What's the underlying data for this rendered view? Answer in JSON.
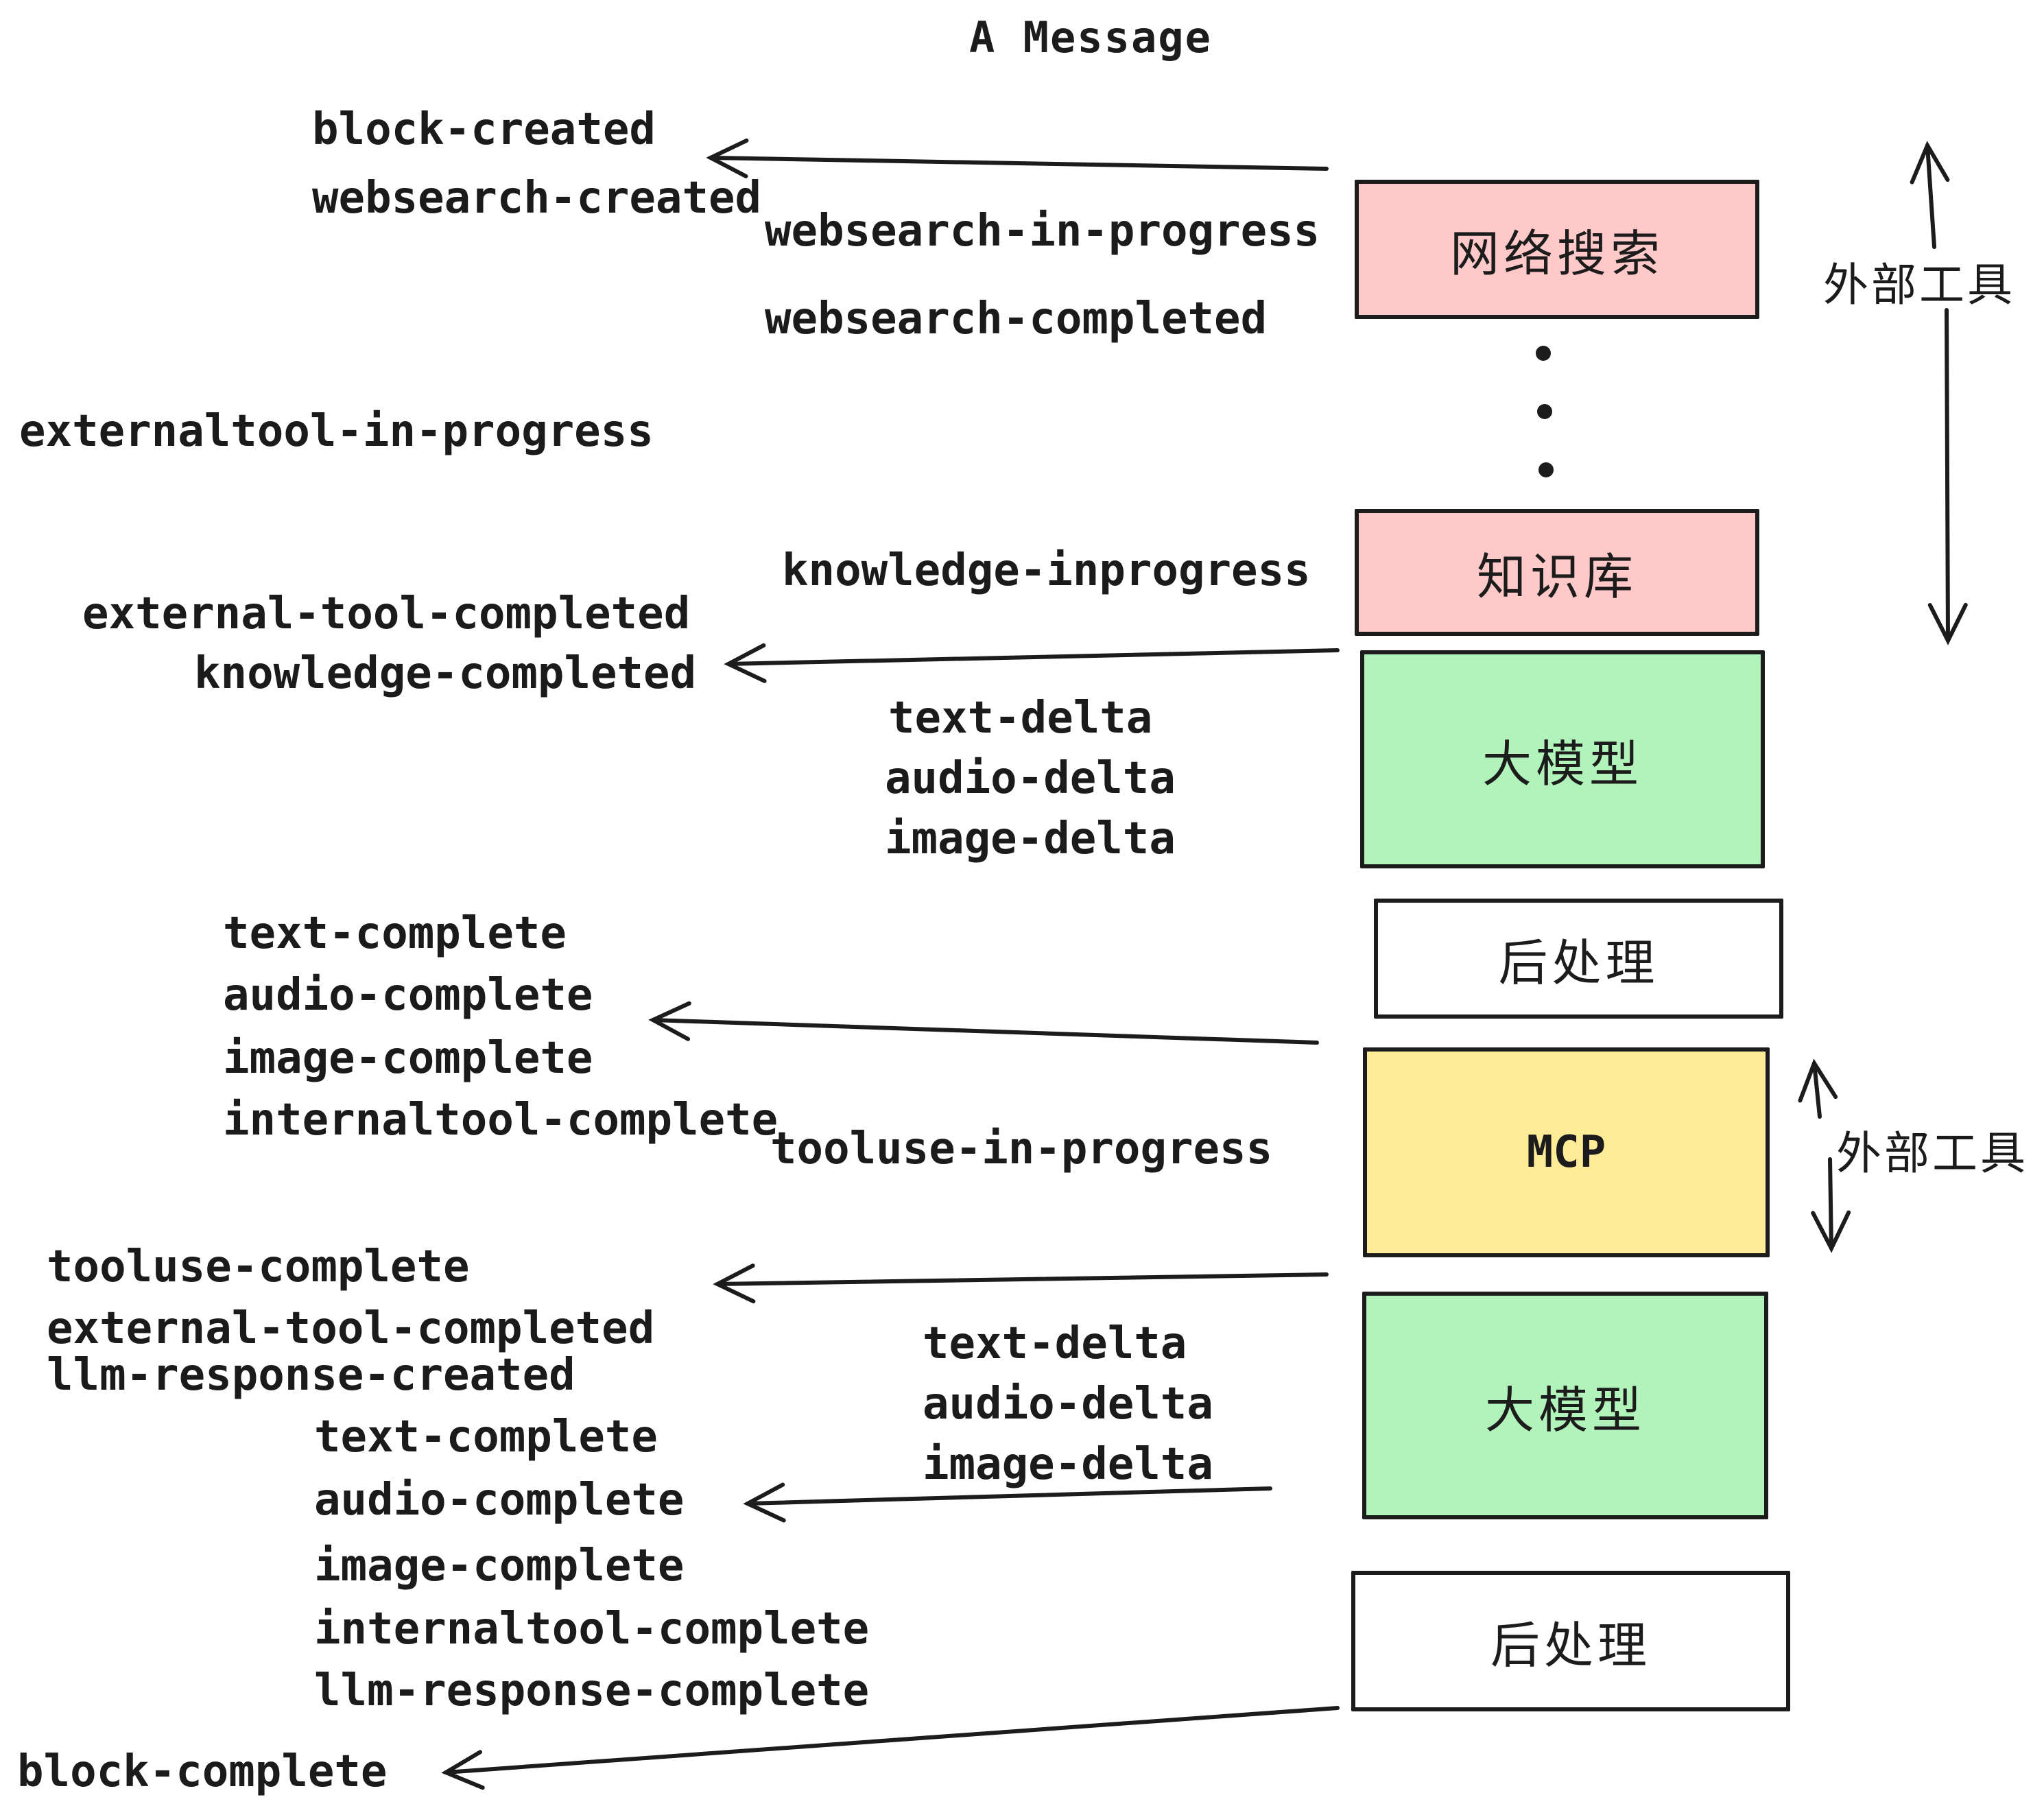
{
  "title": "A Message",
  "palette": {
    "ink": "#1c1c1c",
    "pink": "#ffc9c9",
    "green": "#b2f2bb",
    "yellow": "#ffec99",
    "white": "#ffffff"
  },
  "boxes": [
    {
      "id": "websearch",
      "label": "网络搜索",
      "fill": "#ffc9c9"
    },
    {
      "id": "knowledge",
      "label": "知识库",
      "fill": "#ffc9c9"
    },
    {
      "id": "llm-top",
      "label": "大模型",
      "fill": "#b2f2bb"
    },
    {
      "id": "postprocess-top",
      "label": "后处理",
      "fill": "#ffffff"
    },
    {
      "id": "mcp",
      "label": "MCP",
      "fill": "#ffec99"
    },
    {
      "id": "llm-bottom",
      "label": "大模型",
      "fill": "#b2f2bb"
    },
    {
      "id": "postprocess-bottom",
      "label": "后处理",
      "fill": "#ffffff"
    }
  ],
  "side_labels": [
    {
      "text": "外部工具"
    },
    {
      "text": "外部工具"
    }
  ],
  "events": [
    {
      "text": "block-created"
    },
    {
      "text": "websearch-created"
    },
    {
      "text": "websearch-in-progress"
    },
    {
      "text": "websearch-completed"
    },
    {
      "text": "externaltool-in-progress"
    },
    {
      "text": "knowledge-inprogress"
    },
    {
      "text": "external-tool-completed"
    },
    {
      "text": "knowledge-completed"
    },
    {
      "text": "text-delta"
    },
    {
      "text": "audio-delta"
    },
    {
      "text": "image-delta"
    },
    {
      "text": "text-complete"
    },
    {
      "text": "audio-complete"
    },
    {
      "text": "image-complete"
    },
    {
      "text": "internaltool-complete"
    },
    {
      "text": "tooluse-in-progress"
    },
    {
      "text": "tooluse-complete"
    },
    {
      "text": "external-tool-completed"
    },
    {
      "text": "llm-response-created"
    },
    {
      "text": "text-complete"
    },
    {
      "text": "audio-complete"
    },
    {
      "text": "image-complete"
    },
    {
      "text": "internaltool-complete"
    },
    {
      "text": "llm-response-complete"
    },
    {
      "text": "block-complete"
    },
    {
      "text": "text-delta"
    },
    {
      "text": "audio-delta"
    },
    {
      "text": "image-delta"
    }
  ]
}
